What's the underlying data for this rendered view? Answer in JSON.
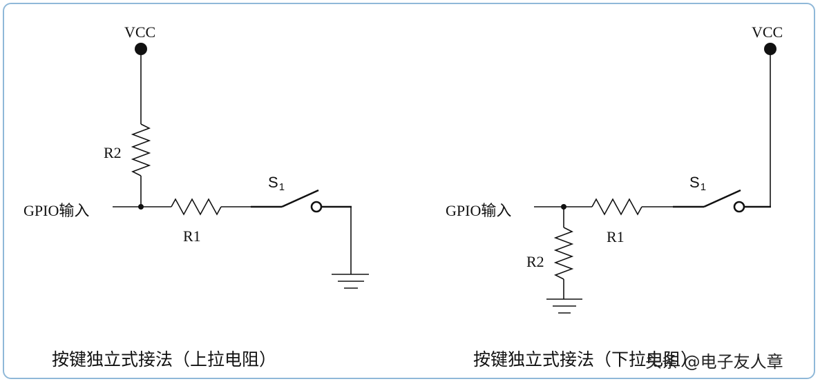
{
  "left_circuit": {
    "vcc": "VCC",
    "r2": "R2",
    "r1": "R1",
    "gpio": "GPIO输入",
    "switch_letter": "S",
    "switch_sub": "1",
    "caption": "按键独立式接法（上拉电阻）"
  },
  "right_circuit": {
    "vcc": "VCC",
    "r2": "R2",
    "r1": "R1",
    "gpio": "GPIO输入",
    "switch_letter": "S",
    "switch_sub": "1",
    "caption": "按键独立式接法（下拉电阻）"
  },
  "watermark": "头条 @电子友人章"
}
